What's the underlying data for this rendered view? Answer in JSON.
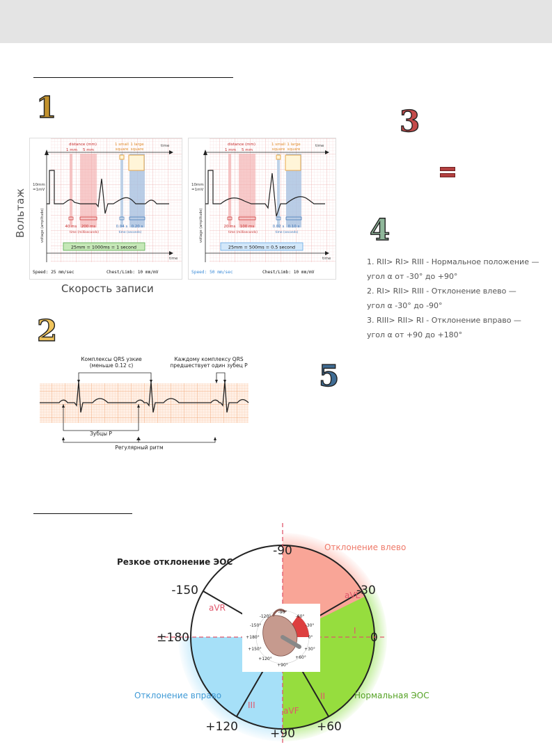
{
  "section_numbers": [
    "1",
    "2",
    "3",
    "4",
    "5"
  ],
  "ecg1": {
    "distance_label": "distance (mm)",
    "mm1": "1 mm",
    "mm5": "5 mm",
    "small_sq": [
      "1 small",
      "square"
    ],
    "large_sq": [
      "1 large",
      "square"
    ],
    "time_axis": "time",
    "y_label": "voltage (amplitude)",
    "mv_label": [
      "10mm",
      "=1mV"
    ],
    "panels": [
      {
        "ms_small": "40 ms",
        "ms_big": "200 ms",
        "time_ms": "time (milliseconds)",
        "s_small": "0.04 s",
        "s_big": "0.20 s",
        "time_s": "time (seconds)",
        "scale": "25mm = 1000ms = 1 second",
        "speed": "Speed: 25 mm/sec",
        "chest": "Chest/Limb: 10 mm/mV"
      },
      {
        "ms_small": "20 ms",
        "ms_big": "100 ms",
        "time_ms": "time (milliseconds)",
        "s_small": "0.02 s",
        "s_big": "0.10 s",
        "time_s": "time (seconds)",
        "scale": "25mm = 500ms = 0.5 second",
        "speed": "Speed: 50 mm/sec",
        "chest": "Chest/Limb: 10 mm/mV"
      }
    ]
  },
  "voltage_label": "Вольтаж",
  "speed_caption": "Скорость записи",
  "ecg2": {
    "qrs_narrow": [
      "Комплексы QRS узкие",
      "(меньше 0.12 с)"
    ],
    "each_qrs": [
      "Каждому комплексу QRS",
      "предшествует один зубец P"
    ],
    "p_waves": "Зубцы P",
    "regular": "Регулярный ритм"
  },
  "equals_sign": "=",
  "axis_list": [
    "1. RII> RI> RIII - Нормальное положение —",
    "угол α от -30° до +90°",
    "2. RI> RII> RIII - Отклонение влево —",
    "угол α -30° до -90°",
    "3. RIII> RII> RI - Отклонение вправо —",
    "угол α от +90 до +180°"
  ],
  "eos": {
    "sharp_deviation": "Резкое отклонение ЭОС",
    "left_deviation": "Отклонение влево",
    "right_deviation": "Отклонение вправо",
    "normal": "Нормальная ЭОС",
    "angles": {
      "m90": "-90",
      "m150": "-150",
      "m30": "-30",
      "p180": "±180",
      "zero": "0",
      "p120": "+120",
      "p90": "+90",
      "p60": "+60"
    },
    "leads": {
      "avl": "aVL",
      "avr": "aVR",
      "i": "I",
      "ii": "II",
      "iii": "III",
      "avf": "aVF"
    },
    "inset": [
      "-90°",
      "-120°",
      "-60°",
      "-150°",
      "-30°",
      "+180°",
      "0°",
      "+150°",
      "+30°",
      "+120°",
      "+60°",
      "+90°"
    ]
  }
}
